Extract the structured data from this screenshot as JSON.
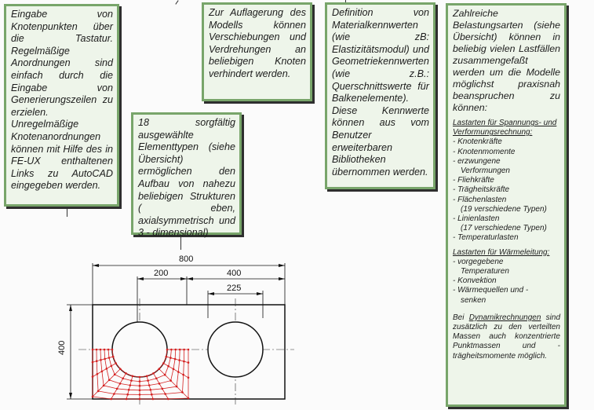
{
  "boxes": {
    "nodes": "Eingabe von Knotenpunkten über die Tastatur. Regelmäßige Anordnungen sind einfach durch die Eingabe von Generierungszeilen zu erzielen. Unregelmäßige Knotenanordnungen können mit Hilfe des in FE-UX enthaltenen Links zu AutoCAD eingegeben werden.",
    "supports": "Zur Auflagerung des Modells können Verschiebungen und Verdrehungen an beliebigen Knoten verhindert werden.",
    "materials": "Definition von Materialkennwerten (wie zB: Elastizitätsmodul) und Geometriekennwerten (wie z.B.: Querschnittswerte für Balkenelemente). Diese Kennwerte können aus vom Benutzer erweiterbaren Bibliotheken übernommen werden.",
    "elements": "18 sorgfältig ausgewählte Elementtypen (siehe Übersicht) ermöglichen den Aufbau von nahezu beliebigen Strukturen ( eben, axialsymmetrisch und 3 - dimensional)",
    "loads_intro": "Zahlreiche Belastungsarten (siehe Übersicht) können in beliebig vielen Lastfällen zusammengefaßt werden um die Modelle möglichst praxisnah beanspruchen zu können:",
    "stress_heading": "Lastarten für Spannungs- und Verformungsrechnung:",
    "stress_items": [
      "- Knotenkräfte",
      "- Knotenmomente",
      "- erzwungene",
      "Verformungen",
      "- Fliehkräfte",
      "- Trägheitskräfte",
      "- Flächenlasten",
      "(19 verschiedene Typen)",
      "- Linienlasten",
      "(17 verschiedene Typen)",
      "- Temperaturlasten"
    ],
    "heat_heading": "Lastarten für Wärmeleitung:",
    "heat_items": [
      "- vorgegebene",
      "Temperaturen",
      "- Konvektion",
      "- Wärmequellen und -",
      "senken"
    ],
    "dynamics_link": "Dynamikrechnungen",
    "dynamics_pre": "Bei ",
    "dynamics_post": " sind zusätzlich zu den verteilten Massen auch konzentrierte Punktmassen und -trägheitsmomente möglich."
  },
  "drawing": {
    "dim_total": "800",
    "dim_200": "200",
    "dim_400": "400",
    "dim_225": "225",
    "dim_height": "400"
  },
  "colors": {
    "box_fill": "#eef5ea",
    "box_border": "#78a56a",
    "mesh": "#d42020"
  }
}
